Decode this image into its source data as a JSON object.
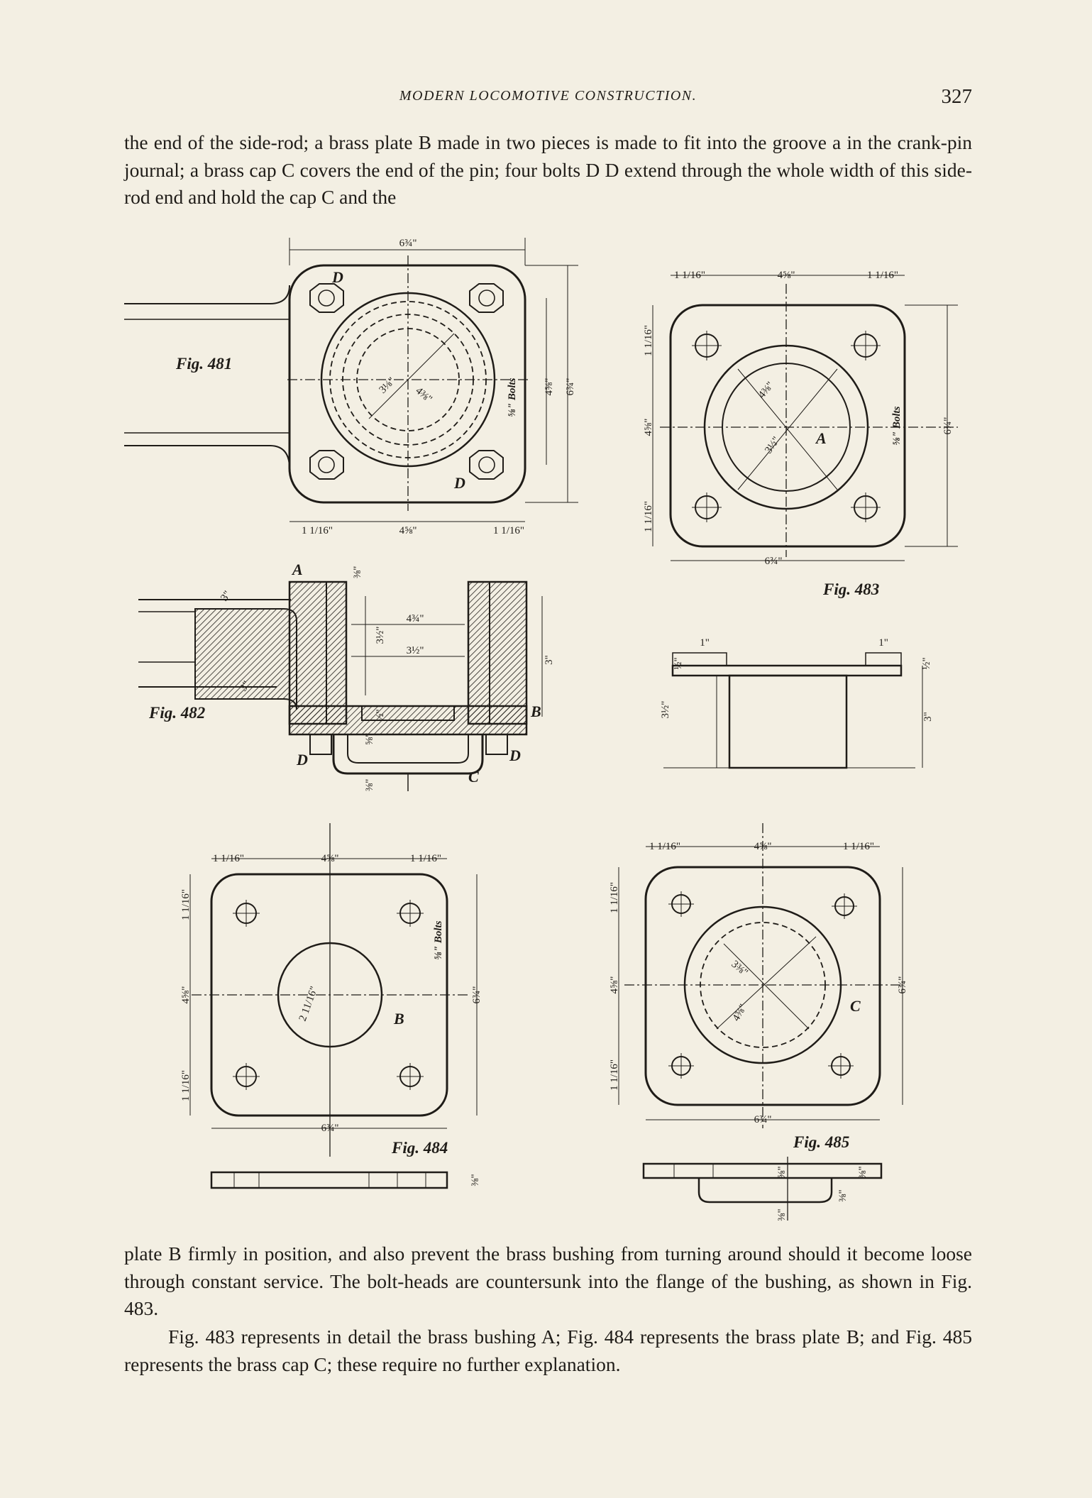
{
  "header": {
    "running_title": "MODERN LOCOMOTIVE CONSTRUCTION.",
    "page_number": "327"
  },
  "body": {
    "para_top": "the end of the side-rod; a brass plate B made in two pieces is made to fit into the groove a in the crank-pin journal; a brass cap C covers the end of the pin; four bolts D D extend through the whole width of this side-rod end and hold the cap C and the",
    "para_bottom_1": "plate B firmly in position, and also prevent the brass bushing from turning around should it become loose through constant service. The bolt-heads are countersunk into the flange of the bushing, as shown in Fig. 483.",
    "para_bottom_2": "Fig. 483 represents in detail the brass bushing A; Fig. 484 represents the brass plate B; and Fig. 485 represents the brass cap C; these require no further explanation."
  },
  "figures": {
    "fig481": {
      "label": "Fig. 481",
      "letters": [
        "D",
        "D"
      ],
      "dims": [
        "6¾\"",
        "1 1/16\"",
        "4⅝\"",
        "1 1/16\"",
        "4⅝\"",
        "6¾\"",
        "⅝\" Bolts",
        "3⅛\"",
        "4⅜\""
      ]
    },
    "fig482": {
      "label": "Fig. 482",
      "letters": [
        "A",
        "B",
        "D",
        "D",
        "C"
      ],
      "dims": [
        "3\"",
        "4¾\"",
        "3½\"",
        "3½\"",
        "3\"",
        "½\"",
        "⅜\"",
        "⅝\"",
        "⅜\"",
        "3\""
      ]
    },
    "fig483": {
      "label": "Fig. 483",
      "letters": [
        "A"
      ],
      "dims": [
        "1 1/16\"",
        "4⅝\"",
        "1 1/16\"",
        "1 1/16\"",
        "4⅝\"",
        "1 1/16\"",
        "6¾\"",
        "6¾\"",
        "⅝\" Bolts",
        "4⅜\"",
        "3½\"",
        "1\"",
        "1\"",
        "3½\"",
        "3\"",
        "½\"",
        "½\""
      ]
    },
    "fig484": {
      "label": "Fig. 484",
      "letters": [
        "B"
      ],
      "dims": [
        "1 1/16\"",
        "4⅝\"",
        "1 1/16\"",
        "1 1/16\"",
        "4⅝\"",
        "1 1/16\"",
        "6¾\"",
        "6¾\"",
        "⅝\" Bolts",
        "2 11/16\"",
        "⅜\""
      ]
    },
    "fig485": {
      "label": "Fig. 485",
      "letters": [
        "C"
      ],
      "dims": [
        "1 1/16\"",
        "4⅝\"",
        "1 1/16\"",
        "1 1/16\"",
        "4⅝\"",
        "1 1/16\"",
        "6¾\"",
        "6¾\"",
        "3⅜\"",
        "4⅜\"",
        "⅝\"",
        "⅜\"",
        "⅜\"",
        "⅜\""
      ]
    }
  }
}
